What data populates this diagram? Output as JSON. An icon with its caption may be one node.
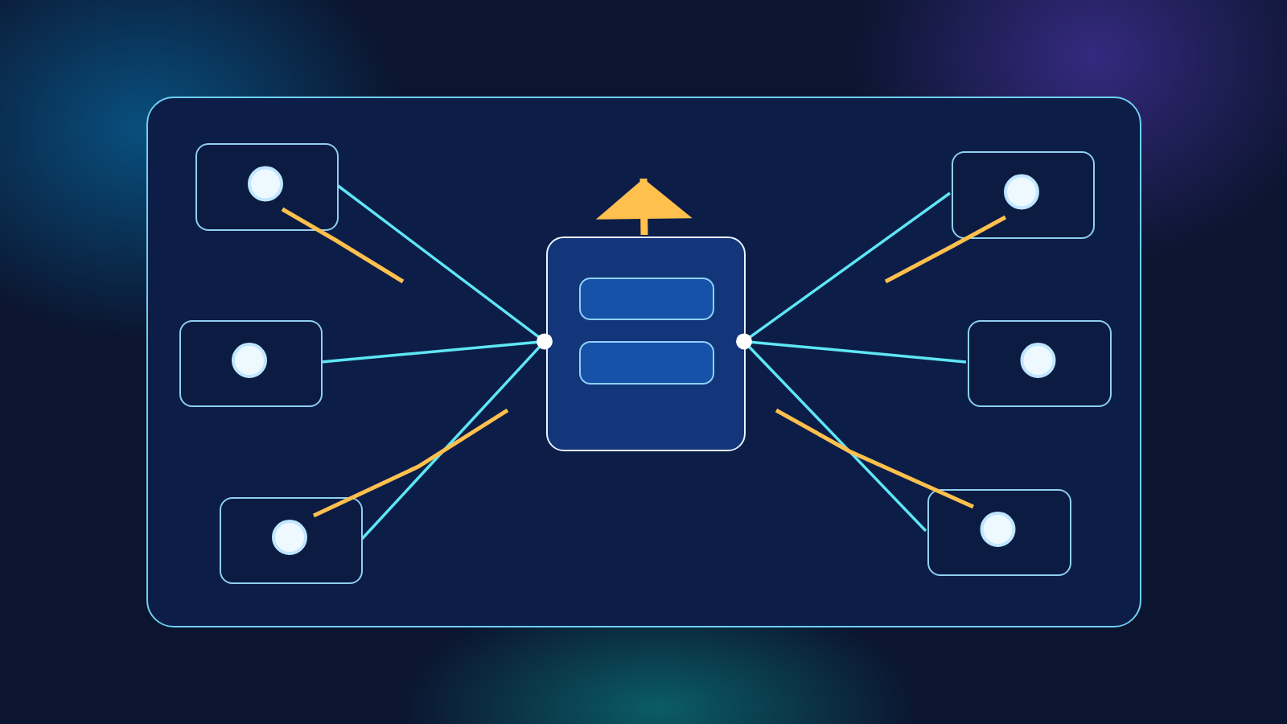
{
  "diagram": {
    "nodes": [
      {
        "text": [],
        "shape": "box"
      },
      {
        "text": [],
        "shape": "box",
        "in": 0
      },
      {
        "text": [],
        "shape": "bar",
        "in": 1
      },
      {
        "text": [],
        "shape": "bar",
        "in": 1
      },
      {
        "text": [],
        "shape": "box",
        "in": 0
      },
      {
        "text": [],
        "shape": "box",
        "in": 0
      },
      {
        "text": [],
        "shape": "box",
        "in": 0
      },
      {
        "text": [],
        "shape": "box",
        "in": 0
      },
      {
        "text": [],
        "shape": "box",
        "in": 0
      },
      {
        "text": [],
        "shape": "box",
        "in": 0
      }
    ],
    "edges": [
      {
        "from": 4,
        "to": 1,
        "arrow": "none"
      },
      {
        "from": 5,
        "to": 1,
        "arrow": "none"
      },
      {
        "from": 6,
        "to": 1,
        "arrow": "none"
      },
      {
        "from": 7,
        "to": 1,
        "arrow": "none"
      },
      {
        "from": 8,
        "to": 1,
        "arrow": "none"
      },
      {
        "from": 9,
        "to": 1,
        "arrow": "none"
      },
      {
        "from": 1,
        "to": null,
        "arrow": "to",
        "style": "thick",
        "color": "#ffc04d"
      }
    ]
  }
}
